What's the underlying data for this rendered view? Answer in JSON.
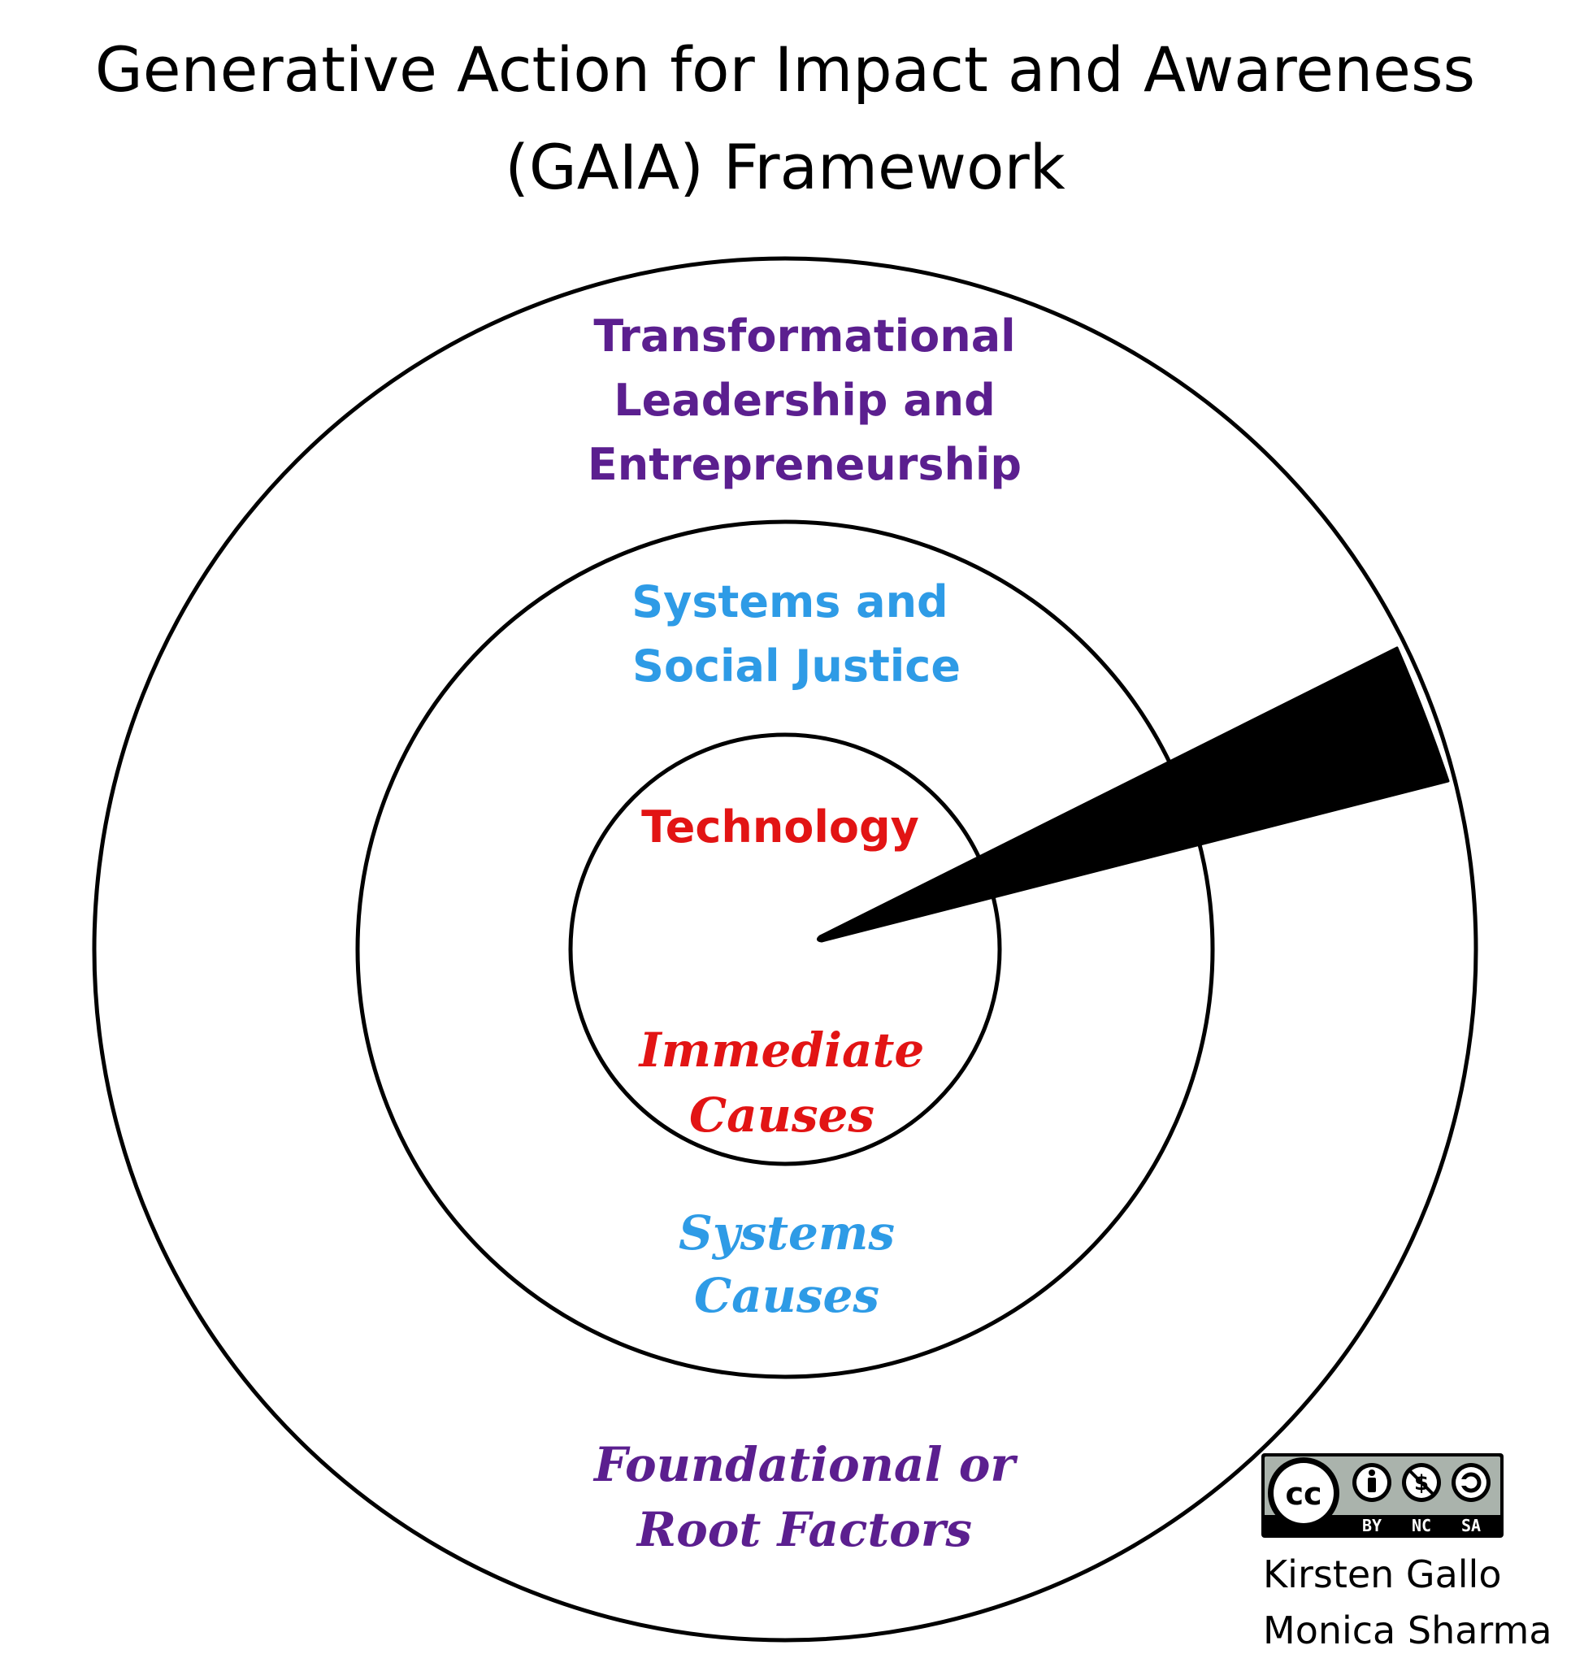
{
  "title": {
    "line1": "Generative Action for Impact and Awareness",
    "line2": "(GAIA) Framework"
  },
  "colors": {
    "purple": "#5b1f8f",
    "blue": "#2e9be6",
    "red": "#e21414",
    "ring": "#000000"
  },
  "rings": {
    "outer": {
      "top_lines": [
        "Transformational",
        "Leadership and",
        "Entrepreneurship"
      ],
      "bottom_lines": [
        "Foundational or",
        "Root Factors"
      ]
    },
    "middle": {
      "top_lines": [
        "Systems and",
        "Social Justice"
      ],
      "bottom_lines": [
        "Systems",
        "Causes"
      ]
    },
    "inner": {
      "top_lines": [
        "Technology"
      ],
      "bottom_lines": [
        "Immediate",
        "Causes"
      ]
    }
  },
  "license": {
    "badge_icon": "creative-commons-by-nc-sa-icon",
    "badge_labels": [
      "BY",
      "NC",
      "SA"
    ]
  },
  "authors": [
    "Kirsten Gallo",
    "Monica Sharma"
  ]
}
